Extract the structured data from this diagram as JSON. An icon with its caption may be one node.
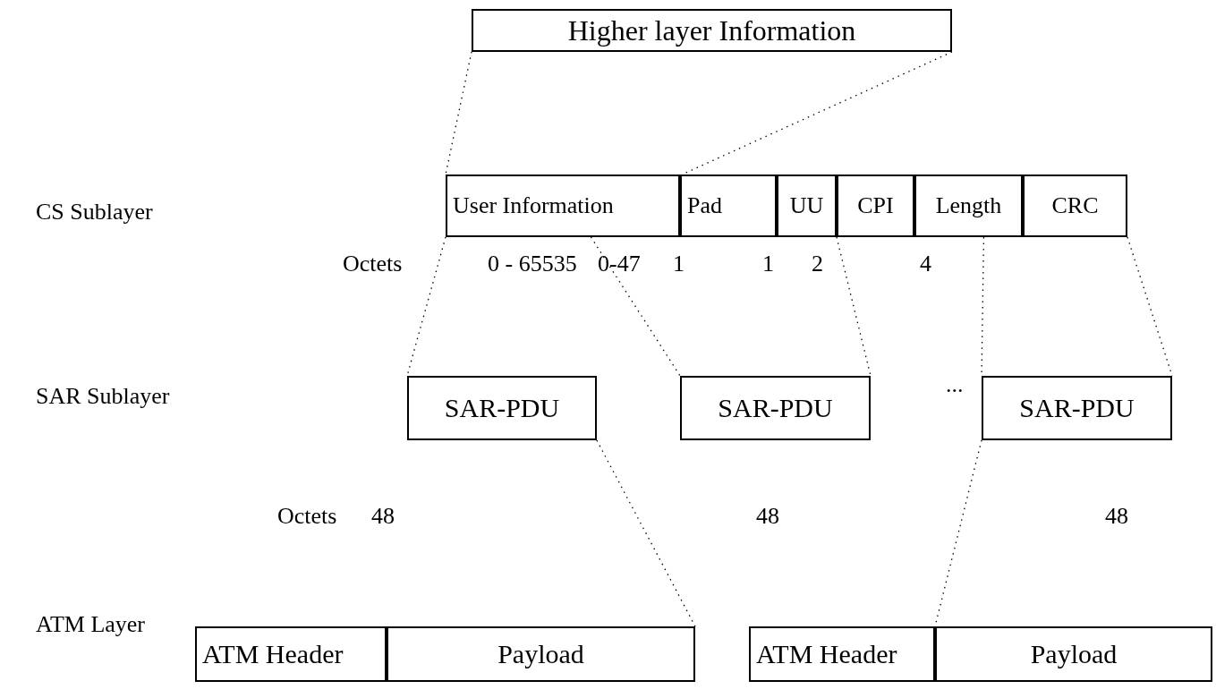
{
  "diagram": {
    "nodes": [
      {
        "text": [
          "Higher layer Information"
        ]
      },
      {
        "text": [
          "User Information"
        ]
      },
      {
        "text": [
          "Pad"
        ]
      },
      {
        "text": [
          "UU"
        ]
      },
      {
        "text": [
          "CPI"
        ]
      },
      {
        "text": [
          "Length"
        ]
      },
      {
        "text": [
          "CRC"
        ]
      },
      {
        "text": [
          "SAR-PDU"
        ]
      },
      {
        "text": [
          "SAR-PDU"
        ]
      },
      {
        "text": [
          "SAR-PDU"
        ]
      },
      {
        "text": [
          "ATM Header"
        ]
      },
      {
        "text": [
          "Payload"
        ]
      },
      {
        "text": [
          "ATM Header"
        ]
      },
      {
        "text": [
          "Payload"
        ]
      }
    ],
    "edges": [
      {
        "from": 0,
        "to": 1,
        "arrow": "none",
        "style": "dashed"
      },
      {
        "from": 0,
        "to": 2,
        "arrow": "none",
        "style": "dashed"
      },
      {
        "from": 1,
        "to": 7,
        "arrow": "none",
        "style": "dashed"
      },
      {
        "from": 1,
        "to": 8,
        "arrow": "none",
        "style": "dashed"
      },
      {
        "from": 3,
        "to": 8,
        "arrow": "none",
        "style": "dashed"
      },
      {
        "from": 5,
        "to": 9,
        "arrow": "none",
        "style": "dashed"
      },
      {
        "from": 6,
        "to": 9,
        "arrow": "none",
        "style": "dashed"
      },
      {
        "from": 7,
        "to": 11,
        "arrow": "none",
        "style": "dashed"
      },
      {
        "from": 9,
        "to": 13,
        "arrow": "none",
        "style": "dashed"
      }
    ],
    "labels": [
      "CS Sublayer",
      "Octets",
      "0 - 65535",
      "0-47",
      "1",
      "1",
      "2",
      "4",
      "SAR Sublayer",
      "...",
      "Octets",
      "48",
      "48",
      "48",
      "ATM Layer"
    ]
  }
}
